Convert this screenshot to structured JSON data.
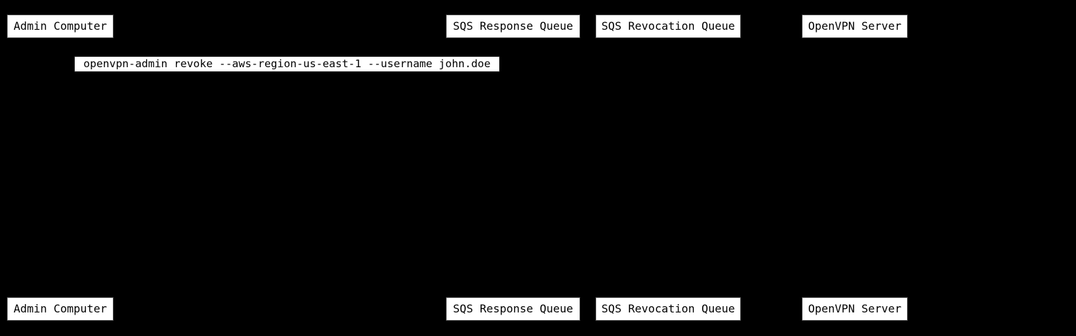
{
  "diagram_type": "sequence-diagram",
  "actors": [
    {
      "id": "admin-computer",
      "label": "Admin Computer"
    },
    {
      "id": "sqs-response-queue",
      "label": "SQS Response Queue"
    },
    {
      "id": "sqs-revocation-queue",
      "label": "SQS Revocation Queue"
    },
    {
      "id": "openvpn-server",
      "label": "OpenVPN Server"
    }
  ],
  "messages": [
    {
      "from": "admin-computer",
      "label": "openvpn-admin revoke --aws-region-us-east-1 --username john.doe"
    }
  ],
  "colors": {
    "canvas_bg": "#000000",
    "box_bg": "#ffffff",
    "box_text": "#000000",
    "box_border": "#4d4d4d"
  }
}
